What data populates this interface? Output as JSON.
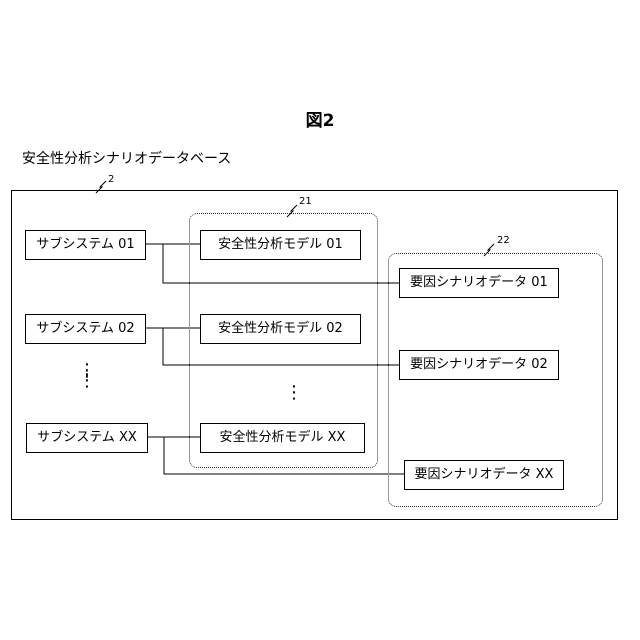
{
  "figure": {
    "title": "図2",
    "database_label": "安全性分析シナリオデータベース",
    "ref_database": "2",
    "ref_model_group": "21",
    "ref_scenario_group": "22"
  },
  "subsystems": [
    "サブシステム 01",
    "サブシステム 02",
    "サブシステム XX"
  ],
  "models": [
    "安全性分析モデル 01",
    "安全性分析モデル 02",
    "安全性分析モデル XX"
  ],
  "scenarios": [
    "要因シナリオデータ 01",
    "要因シナリオデータ 02",
    "要因シナリオデータ XX"
  ],
  "ellipsis": "⋮"
}
